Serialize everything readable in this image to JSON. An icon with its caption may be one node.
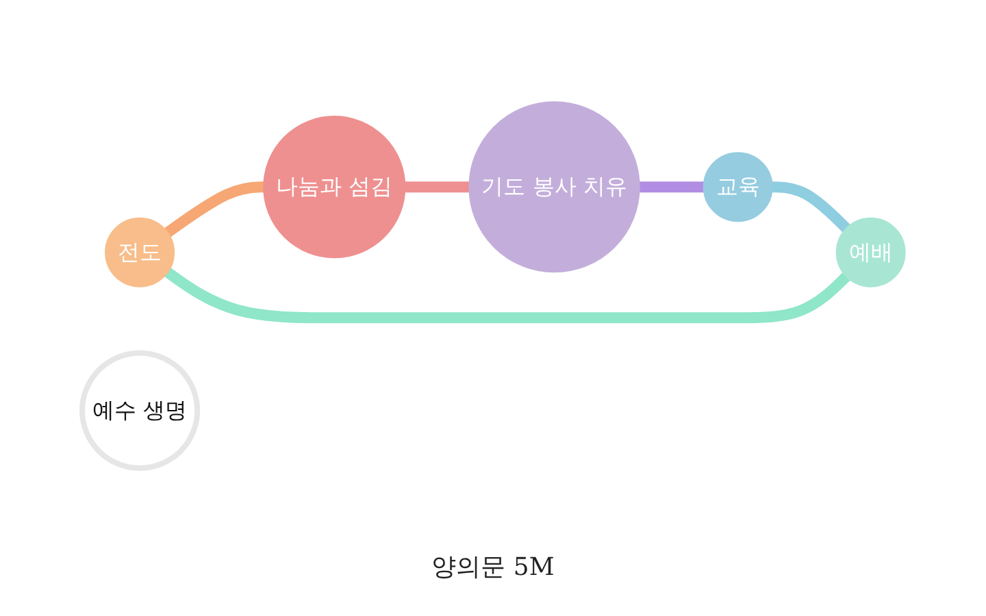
{
  "diagram": {
    "caption": "양의문 5M",
    "nodes": [
      {
        "text": [
          "전도"
        ]
      },
      {
        "text": [
          "나눔과 섬김"
        ]
      },
      {
        "text": [
          "기도 봉사 치유"
        ]
      },
      {
        "text": [
          "교육"
        ]
      },
      {
        "text": [
          "예배"
        ]
      },
      {
        "text": [
          "예수 생명"
        ]
      }
    ],
    "edges": [
      {
        "from": 0,
        "to": 1,
        "arrow": "none",
        "color": "#f6a774"
      },
      {
        "from": 1,
        "to": 2,
        "arrow": "none",
        "color": "#ee8f92"
      },
      {
        "from": 2,
        "to": 3,
        "arrow": "none",
        "color": "#b18ee3"
      },
      {
        "from": 3,
        "to": 4,
        "arrow": "none",
        "color": "#8fcde0"
      },
      {
        "from": 4,
        "to": 0,
        "arrow": "none",
        "color": "#8fe6c9"
      }
    ]
  }
}
